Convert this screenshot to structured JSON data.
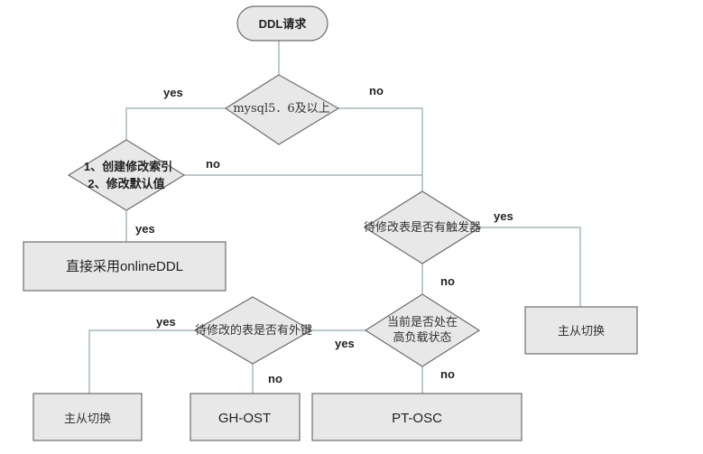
{
  "diagram": {
    "type": "flowchart",
    "nodes": {
      "start": {
        "label": "DDL请求",
        "shape": "terminator"
      },
      "mysql_version": {
        "label": "mysql5．6及以上",
        "shape": "decision"
      },
      "create_index": {
        "line1": "1、创建修改索引",
        "line2": "2、修改默认值",
        "shape": "decision"
      },
      "online_ddl": {
        "label": "直接采用onlineDDL",
        "shape": "process"
      },
      "has_trigger": {
        "label": "待修改表是否有触发器",
        "shape": "decision"
      },
      "switch_right": {
        "label": "主从切换",
        "shape": "process"
      },
      "high_load": {
        "line1": "当前是否处在",
        "line2": "高负载状态",
        "shape": "decision"
      },
      "has_fk": {
        "label": "待修改的表是否有外键",
        "shape": "decision"
      },
      "switch_left": {
        "label": "主从切换",
        "shape": "process"
      },
      "gh_ost": {
        "label": "GH-OST",
        "shape": "process"
      },
      "pt_osc": {
        "label": "PT-OSC",
        "shape": "process"
      }
    },
    "edge_labels": {
      "mysql_yes": "yes",
      "mysql_no": "no",
      "index_no": "no",
      "index_yes": "yes",
      "trigger_yes": "yes",
      "trigger_no": "no",
      "load_yes": "yes",
      "load_no": "no",
      "fk_yes": "yes",
      "fk_no": "no"
    },
    "colors": {
      "connector": "#8fa9ad",
      "node_fill": "#e8e8e8",
      "node_border": "#6e6e6e"
    }
  }
}
